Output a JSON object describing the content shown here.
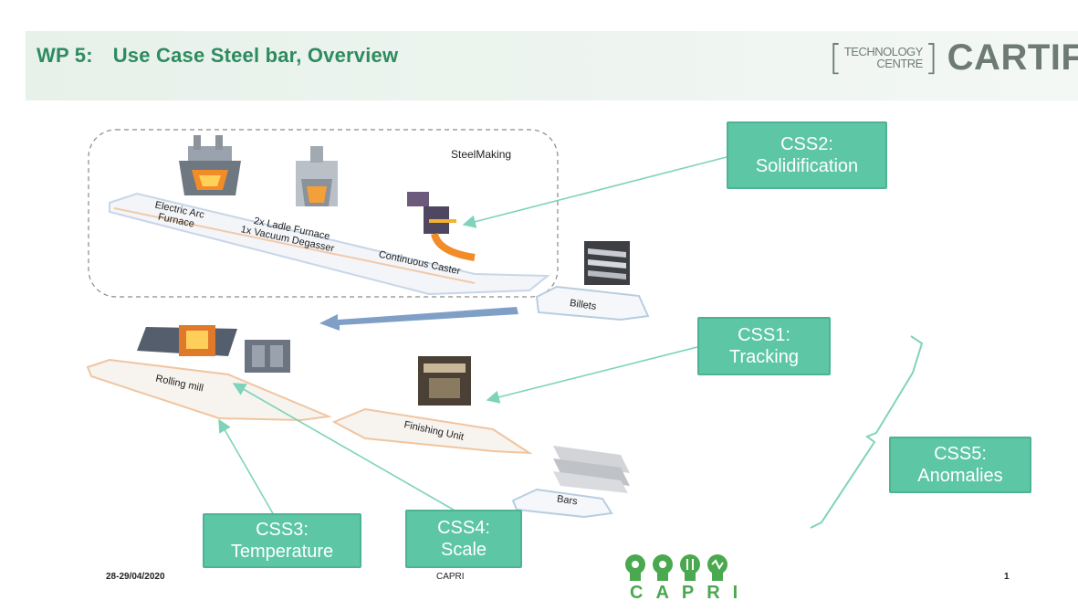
{
  "slide": {
    "wp_label": "WP 5:",
    "title": "Use Case Steel bar, Overview",
    "logo": {
      "line1": "TECHNOLOGY",
      "line2": "CENTRE",
      "brand": "CARTIF"
    }
  },
  "diagram": {
    "steelmaking": "SteelMaking",
    "eaf_line1": "Electric Arc",
    "eaf_line2": "Furnace",
    "ladle_line1": "2x Ladle Furnace",
    "ladle_line2": "1x Vacuum Degasser",
    "caster": "Continuous  Caster",
    "billets": "Billets",
    "rolling_mill": "Rolling mill",
    "finishing_unit": "Finishing Unit",
    "bars": "Bars"
  },
  "css_boxes": {
    "css2": {
      "line1": "CSS2:",
      "line2": "Solidification"
    },
    "css1": {
      "line1": "CSS1:",
      "line2": "Tracking"
    },
    "css5": {
      "line1": "CSS5:",
      "line2": "Anomalies"
    },
    "css3": {
      "line1": "CSS3:",
      "line2": "Temperature"
    },
    "css4": {
      "line1": "CSS4:",
      "line2": "Scale"
    }
  },
  "footer": {
    "date": "28-29/04/2020",
    "center": "CAPRI",
    "page": "1",
    "capri_logo": "CAPRI"
  },
  "colors": {
    "title_green": "#2e8b5f",
    "box_teal": "#5cc6a5",
    "arrow_teal": "#7fd3bb",
    "flow_arrow": "#7f9fc7"
  }
}
